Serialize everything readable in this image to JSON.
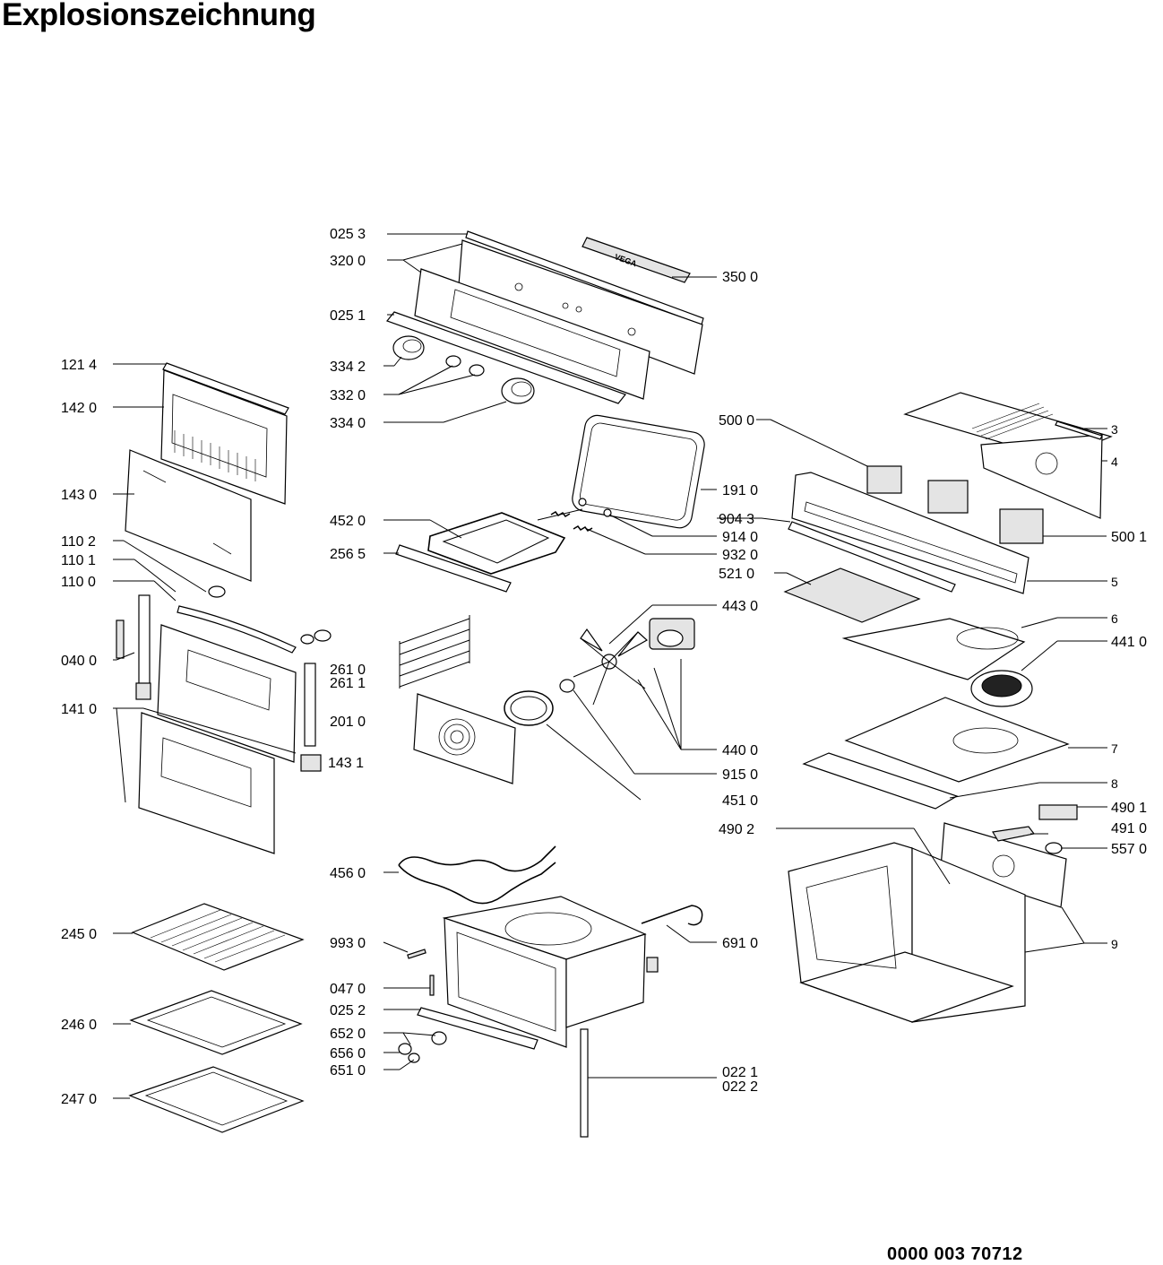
{
  "title": "Explosionszeichnung",
  "document_number": "0000 003 70712",
  "brand_mark": "VEGA",
  "labels": [
    "025 3",
    "320 0",
    "025 1",
    "350 0",
    "121 4",
    "142 0",
    "334 2",
    "332 0",
    "334 0",
    "143 0",
    "110 2",
    "110 1",
    "110 0",
    "452 0",
    "256 5",
    "191 0",
    "914 0",
    "932 0",
    "904 3",
    "500 0",
    "500 1",
    "521 0",
    "3",
    "4",
    "5",
    "6",
    "7",
    "8",
    "9",
    "040 0",
    "141 0",
    "443 0",
    "441 0",
    "261 0",
    "261 1",
    "201 0",
    "143 1",
    "440 0",
    "915 0",
    "451 0",
    "490 1",
    "491 0",
    "490 2",
    "557 0",
    "456 0",
    "245 0",
    "993 0",
    "691 0",
    "047 0",
    "025 2",
    "652 0",
    "656 0",
    "651 0",
    "246 0",
    "247 0",
    "022 1",
    "022 2"
  ]
}
